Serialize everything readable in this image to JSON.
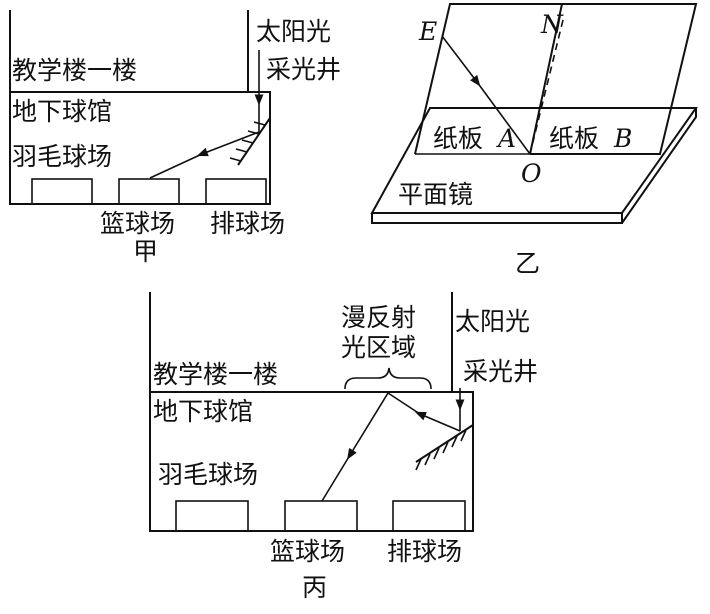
{
  "panel_jia": {
    "caption": "甲",
    "floor_label": "教学楼一楼",
    "hall_label": "地下球馆",
    "badminton_label": "羽毛球场",
    "basketball_label": "篮球场",
    "volleyball_label": "排球场",
    "sunlight_label": "太阳光",
    "lightwell_label": "采光井"
  },
  "panel_yi": {
    "caption": "乙",
    "point_e": "E",
    "point_n": "N",
    "point_o": "O",
    "board_a_text": "纸板",
    "board_a_letter": "A",
    "board_b_text": "纸板",
    "board_b_letter": "B",
    "mirror_label": "平面镜"
  },
  "panel_bing": {
    "caption": "丙",
    "floor_label": "教学楼一楼",
    "hall_label": "地下球馆",
    "badminton_label": "羽毛球场",
    "basketball_label": "篮球场",
    "volleyball_label": "排球场",
    "sunlight_label": "太阳光",
    "lightwell_label": "采光井",
    "diffuse_line1": "漫反射",
    "diffuse_line2": "光区域"
  }
}
